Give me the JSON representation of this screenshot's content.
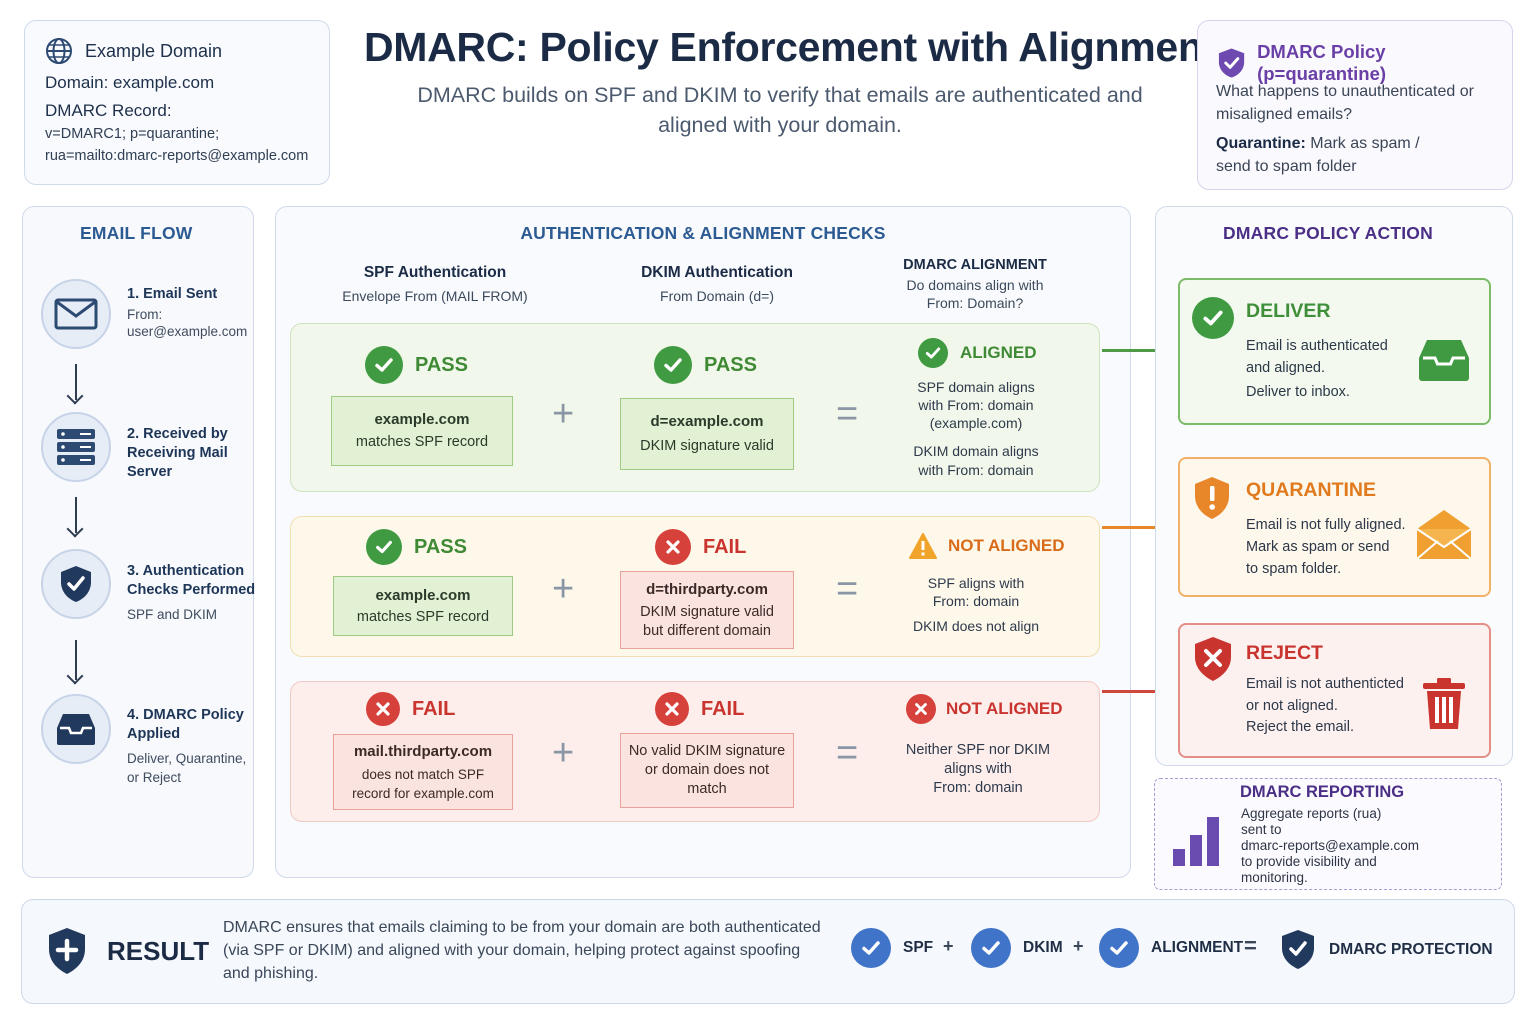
{
  "domain_card": {
    "header": "Example Domain",
    "domain_line": "Domain: example.com",
    "record_label": "DMARC Record:",
    "record_line1": "v=DMARC1;  p=quarantine;",
    "record_line2": "rua=mailto:dmarc-reports@example.com"
  },
  "title": "DMARC: Policy Enforcement with Alignment",
  "subtitle": "DMARC builds on SPF and DKIM to verify that emails are authenticated and aligned with your domain.",
  "policy_card": {
    "header": "DMARC Policy (p=quarantine)",
    "question": "What happens to unauthenticated or misaligned emails?",
    "answer_label": "Quarantine:",
    "answer_text": " Mark as spam / send to spam folder"
  },
  "email_flow": {
    "title": "EMAIL FLOW",
    "steps": [
      {
        "title": "1. Email Sent",
        "sub1": "From:",
        "sub2": "user@example.com",
        "icon": "envelope-icon"
      },
      {
        "title1": "2. Received by",
        "title2": "Receiving Mail",
        "title3": "Server",
        "icon": "server-icon"
      },
      {
        "title1": "3. Authentication",
        "title2": "Checks Performed",
        "sub1": "SPF and DKIM",
        "icon": "shield-check-icon"
      },
      {
        "title1": "4. DMARC Policy",
        "title2": "Applied",
        "sub1": "Deliver, Quarantine,",
        "sub2": "or Reject",
        "icon": "inbox-icon"
      }
    ]
  },
  "checks": {
    "title": "AUTHENTICATION & ALIGNMENT CHECKS",
    "col_spf_title": "SPF Authentication",
    "col_spf_sub": "Envelope From (MAIL FROM)",
    "col_dkim_title": "DKIM Authentication",
    "col_dkim_sub": "From Domain (d=)",
    "col_align_title": "DMARC ALIGNMENT",
    "col_align_sub1": "Do domains align with",
    "col_align_sub2": "From: Domain?",
    "plus": "+",
    "equals": "=",
    "rows": [
      {
        "spf_status": "PASS",
        "spf_box1": "example.com",
        "spf_box2": "matches SPF record",
        "dkim_status": "PASS",
        "dkim_box1": "d=example.com",
        "dkim_box2": "DKIM signature valid",
        "align_status": "ALIGNED",
        "align_t1": "SPF domain aligns",
        "align_t2": "with From: domain",
        "align_t3": "(example.com)",
        "align_t4": "DKIM domain aligns",
        "align_t5": "with From: domain"
      },
      {
        "spf_status": "PASS",
        "spf_box1": "example.com",
        "spf_box2": "matches SPF record",
        "dkim_status": "FAIL",
        "dkim_box1": "d=thirdparty.com",
        "dkim_box2": "DKIM signature valid",
        "dkim_box3": "but different domain",
        "align_status": "NOT ALIGNED",
        "align_t1": "SPF aligns with",
        "align_t2": "From: domain",
        "align_t3": "DKIM does not align"
      },
      {
        "spf_status": "FAIL",
        "spf_box1": "mail.thirdparty.com",
        "spf_box2": "does not match SPF",
        "spf_box3": "record for example.com",
        "dkim_status": "FAIL",
        "dkim_box1": "No valid DKIM signature",
        "dkim_box2": "or domain does not",
        "dkim_box3": "match",
        "align_status": "NOT ALIGNED",
        "align_t1": "Neither SPF nor DKIM",
        "align_t2": "aligns with",
        "align_t3": "From: domain"
      }
    ]
  },
  "actions": {
    "title": "DMARC POLICY ACTION",
    "deliver": {
      "title": "DELIVER",
      "t1": "Email is authenticated",
      "t2": "and aligned.",
      "t3": "Deliver to inbox.",
      "color": "#3f8f3a"
    },
    "quarantine": {
      "title": "QUARANTINE",
      "t1": "Email is not fully aligned.",
      "t2": "Mark as spam or send",
      "t3": "to spam folder.",
      "color": "#e07a1c"
    },
    "reject": {
      "title": "REJECT",
      "t1": "Email is not authenticted",
      "t2": "or not aligned.",
      "t3": "Reject the email.",
      "color": "#c9342e"
    }
  },
  "reporting": {
    "title": "DMARC REPORTING",
    "t1": "Aggregate reports  (rua)",
    "t2": "sent to",
    "t3": "dmarc-reports@example.com",
    "t4": "to provide visibility and",
    "t5": "monitoring."
  },
  "result": {
    "label": "RESULT",
    "text": "DMARC ensures that emails claiming to be from your domain are both authenticated (via SPF or DKIM) and aligned with your domain, helping protect against spoofing and phishing.",
    "spf": "SPF",
    "dkim": "DKIM",
    "alignment": "ALIGNMENT",
    "protection": "DMARC PROTECTION",
    "plus": "+",
    "equals": "="
  },
  "colors": {
    "pass_green": "#3f9a41",
    "fail_red": "#d6413b",
    "warn_orange": "#f0a42a",
    "accent_blue": "#2c5a92",
    "purple": "#6a3fa6"
  }
}
